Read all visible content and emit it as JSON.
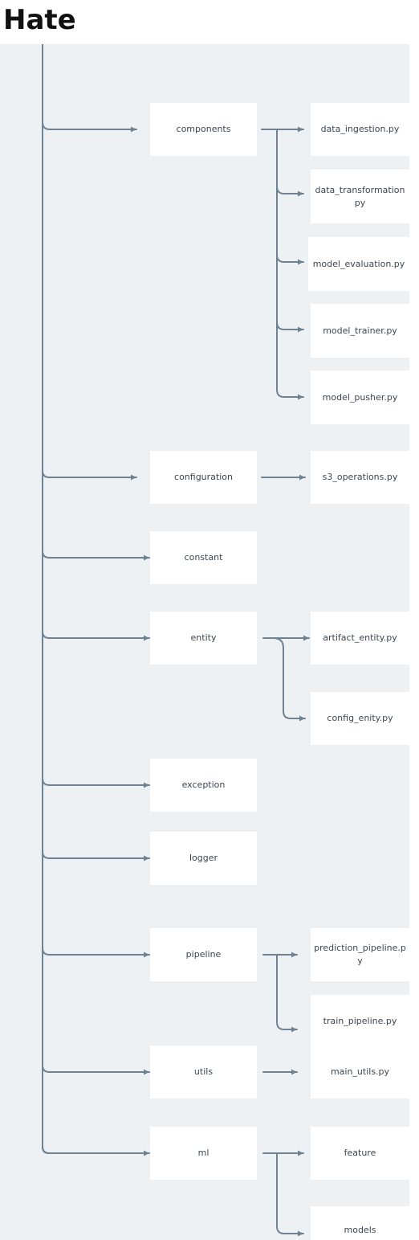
{
  "title": "Hate",
  "colors": {
    "line": "#6f8294",
    "background": "#eef1f4",
    "node": "#ffffff",
    "text": "#3c4650"
  },
  "tree": {
    "components": {
      "label": "components",
      "children": [
        "data_ingestion.py",
        "data_transformation\npy",
        "model_evaluation.py",
        "model_trainer.py",
        "model_pusher.py"
      ]
    },
    "configuration": {
      "label": "configuration",
      "children": [
        "s3_operations.py"
      ]
    },
    "constant": {
      "label": "constant"
    },
    "entity": {
      "label": "entity",
      "children": [
        "artifact_entity.py",
        "config_enity.py"
      ]
    },
    "exception": {
      "label": "exception"
    },
    "logger": {
      "label": "logger"
    },
    "pipeline": {
      "label": "pipeline",
      "children": [
        "prediction_pipeline.p\ny",
        "train_pipeline.py"
      ]
    },
    "utils": {
      "label": "utils",
      "children": [
        "main_utils.py"
      ]
    },
    "ml": {
      "label": "ml",
      "children": [
        "feature",
        "models"
      ]
    }
  }
}
